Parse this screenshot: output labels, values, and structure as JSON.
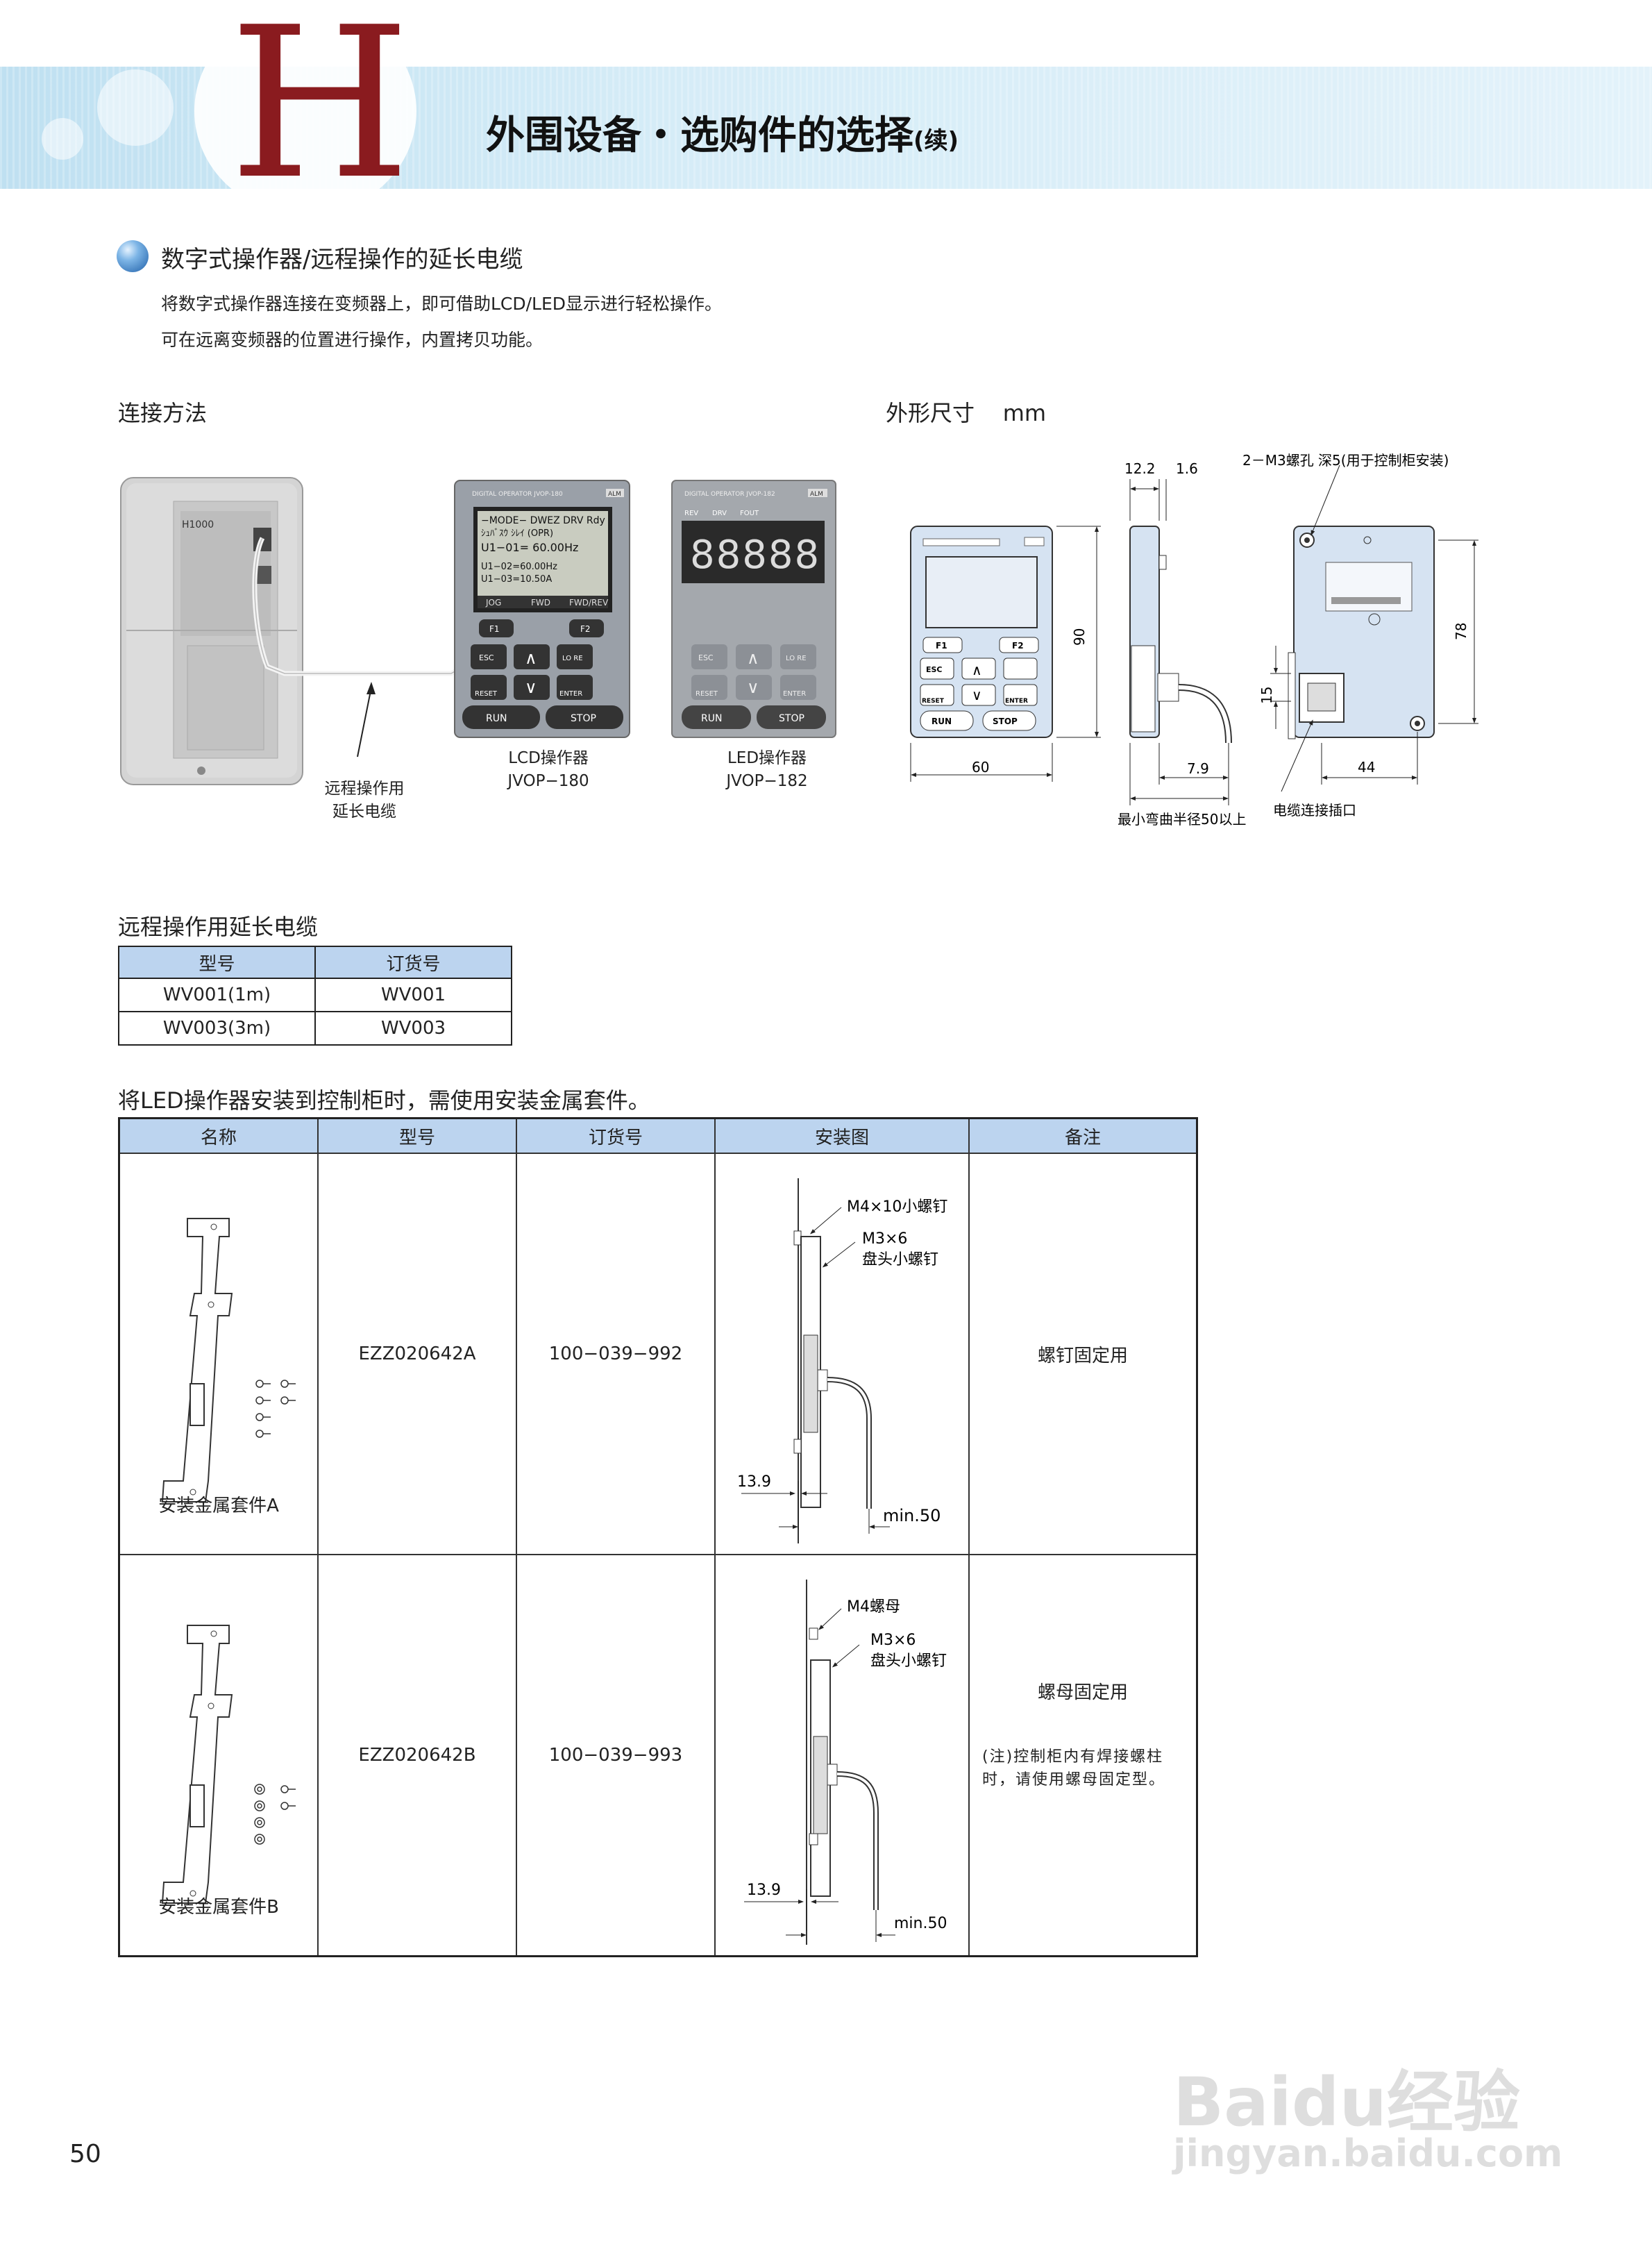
{
  "header": {
    "letter": "H",
    "title": "外围设备・选购件的选择",
    "title_suffix": "(续)"
  },
  "section": {
    "title": "数字式操作器/远程操作的延长电缆",
    "desc1": "将数字式操作器连接在变频器上，即可借助LCD/LED显示进行轻松操作。",
    "desc2": "可在远离变频器的位置进行操作，内置拷贝功能。"
  },
  "connection": {
    "label": "连接方法",
    "cable_caption_1": "远程操作用",
    "cable_caption_2": "延长电缆",
    "lcd_caption_1": "LCD操作器",
    "lcd_caption_2": "JVOP−180",
    "led_caption_1": "LED操作器",
    "led_caption_2": "JVOP−182",
    "inverter_model": "H1000",
    "lcd_screen": {
      "line1": "−MODE−  DWEZ DRV Rdy",
      "line2": "ｼｭﾊﾞｽｳ ｼﾚｲ (OPR)",
      "line3": "U1−01=  60.00Hz",
      "line4": "U1−02=60.00Hz",
      "line5": "U1−03=10.50A",
      "soft": [
        "JOG",
        "FWD",
        "FWD/REV"
      ]
    },
    "led_display": "88888",
    "keys": {
      "f1": "F1",
      "f2": "F2",
      "esc": "ESC",
      "lo_re": "LO RE",
      "reset": "RESET",
      "enter": "ENTER",
      "run": "RUN",
      "stop": "STOP"
    },
    "led_tags": [
      "REV",
      "DRV",
      "FOUT"
    ],
    "alm": "ALM"
  },
  "dimensions": {
    "label": "外形尺寸",
    "unit": "mm",
    "d_12_2": "12.2",
    "d_1_6": "1.6",
    "holes_note": "2－M3螺孔 深5(用于控制柜安装)",
    "d_90": "90",
    "d_60": "60",
    "d_7_9": "7.9",
    "d_15": "15",
    "d_78": "78",
    "d_44": "44",
    "min_bend": "最小弯曲半径50以上",
    "cable_port": "电缆连接插口",
    "front_keys": [
      "F1",
      "F2",
      "ESC",
      "RESET",
      "ENTER",
      "RUN",
      "STOP"
    ]
  },
  "cable_table": {
    "title": "远程操作用延长电缆",
    "headers": [
      "型号",
      "订货号"
    ],
    "rows": [
      [
        "WV001(1m)",
        "WV001"
      ],
      [
        "WV003(3m)",
        "WV003"
      ]
    ]
  },
  "kit_table": {
    "title": "将LED操作器安装到控制柜时，需使用安装金属套件。",
    "headers": [
      "名称",
      "型号",
      "订货号",
      "安装图",
      "备注"
    ],
    "rows": [
      {
        "name": "安装金属套件A",
        "model": "EZZ020642A",
        "order": "100−039−992",
        "diagram_label1": "M4×10小螺钉",
        "diagram_label2a": "M3×6",
        "diagram_label2b": "盘头小螺钉",
        "dim_a": "13.9",
        "dim_b": "min.50",
        "remark": "螺钉固定用",
        "note": ""
      },
      {
        "name": "安装金属套件B",
        "model": "EZZ020642B",
        "order": "100−039−993",
        "diagram_label1": "M4螺母",
        "diagram_label2a": "M3×6",
        "diagram_label2b": "盘头小螺钉",
        "dim_a": "13.9",
        "dim_b": "min.50",
        "remark": "螺母固定用",
        "note": "(注)控制柜内有焊接螺柱时，请使用螺母固定型。"
      }
    ]
  },
  "page_number": "50",
  "watermark": {
    "brand": "Baidu经验",
    "url": "jingyan.baidu.com"
  }
}
